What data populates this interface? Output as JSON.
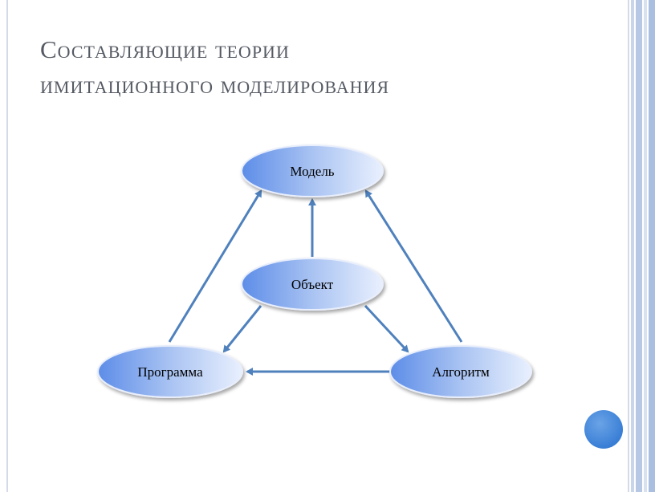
{
  "slide": {
    "title_line1": "Составляющие теории",
    "title_line2": "имитационного моделирования"
  },
  "diagram": {
    "nodes": {
      "model": "Модель",
      "object": "Объект",
      "program": "Программа",
      "algorithm": "Алгоритм"
    },
    "edges": [
      {
        "from": "object",
        "to": "model"
      },
      {
        "from": "object",
        "to": "program"
      },
      {
        "from": "object",
        "to": "algorithm"
      },
      {
        "from": "program",
        "to": "model"
      },
      {
        "from": "algorithm",
        "to": "model"
      },
      {
        "from": "algorithm",
        "to": "program"
      }
    ]
  },
  "colors": {
    "node_fill_dark": "#5d8de8",
    "node_fill_light": "#e9f0fe",
    "arrow": "#4f81bd",
    "title": "#555a63",
    "accent": "#3a7fd6"
  }
}
